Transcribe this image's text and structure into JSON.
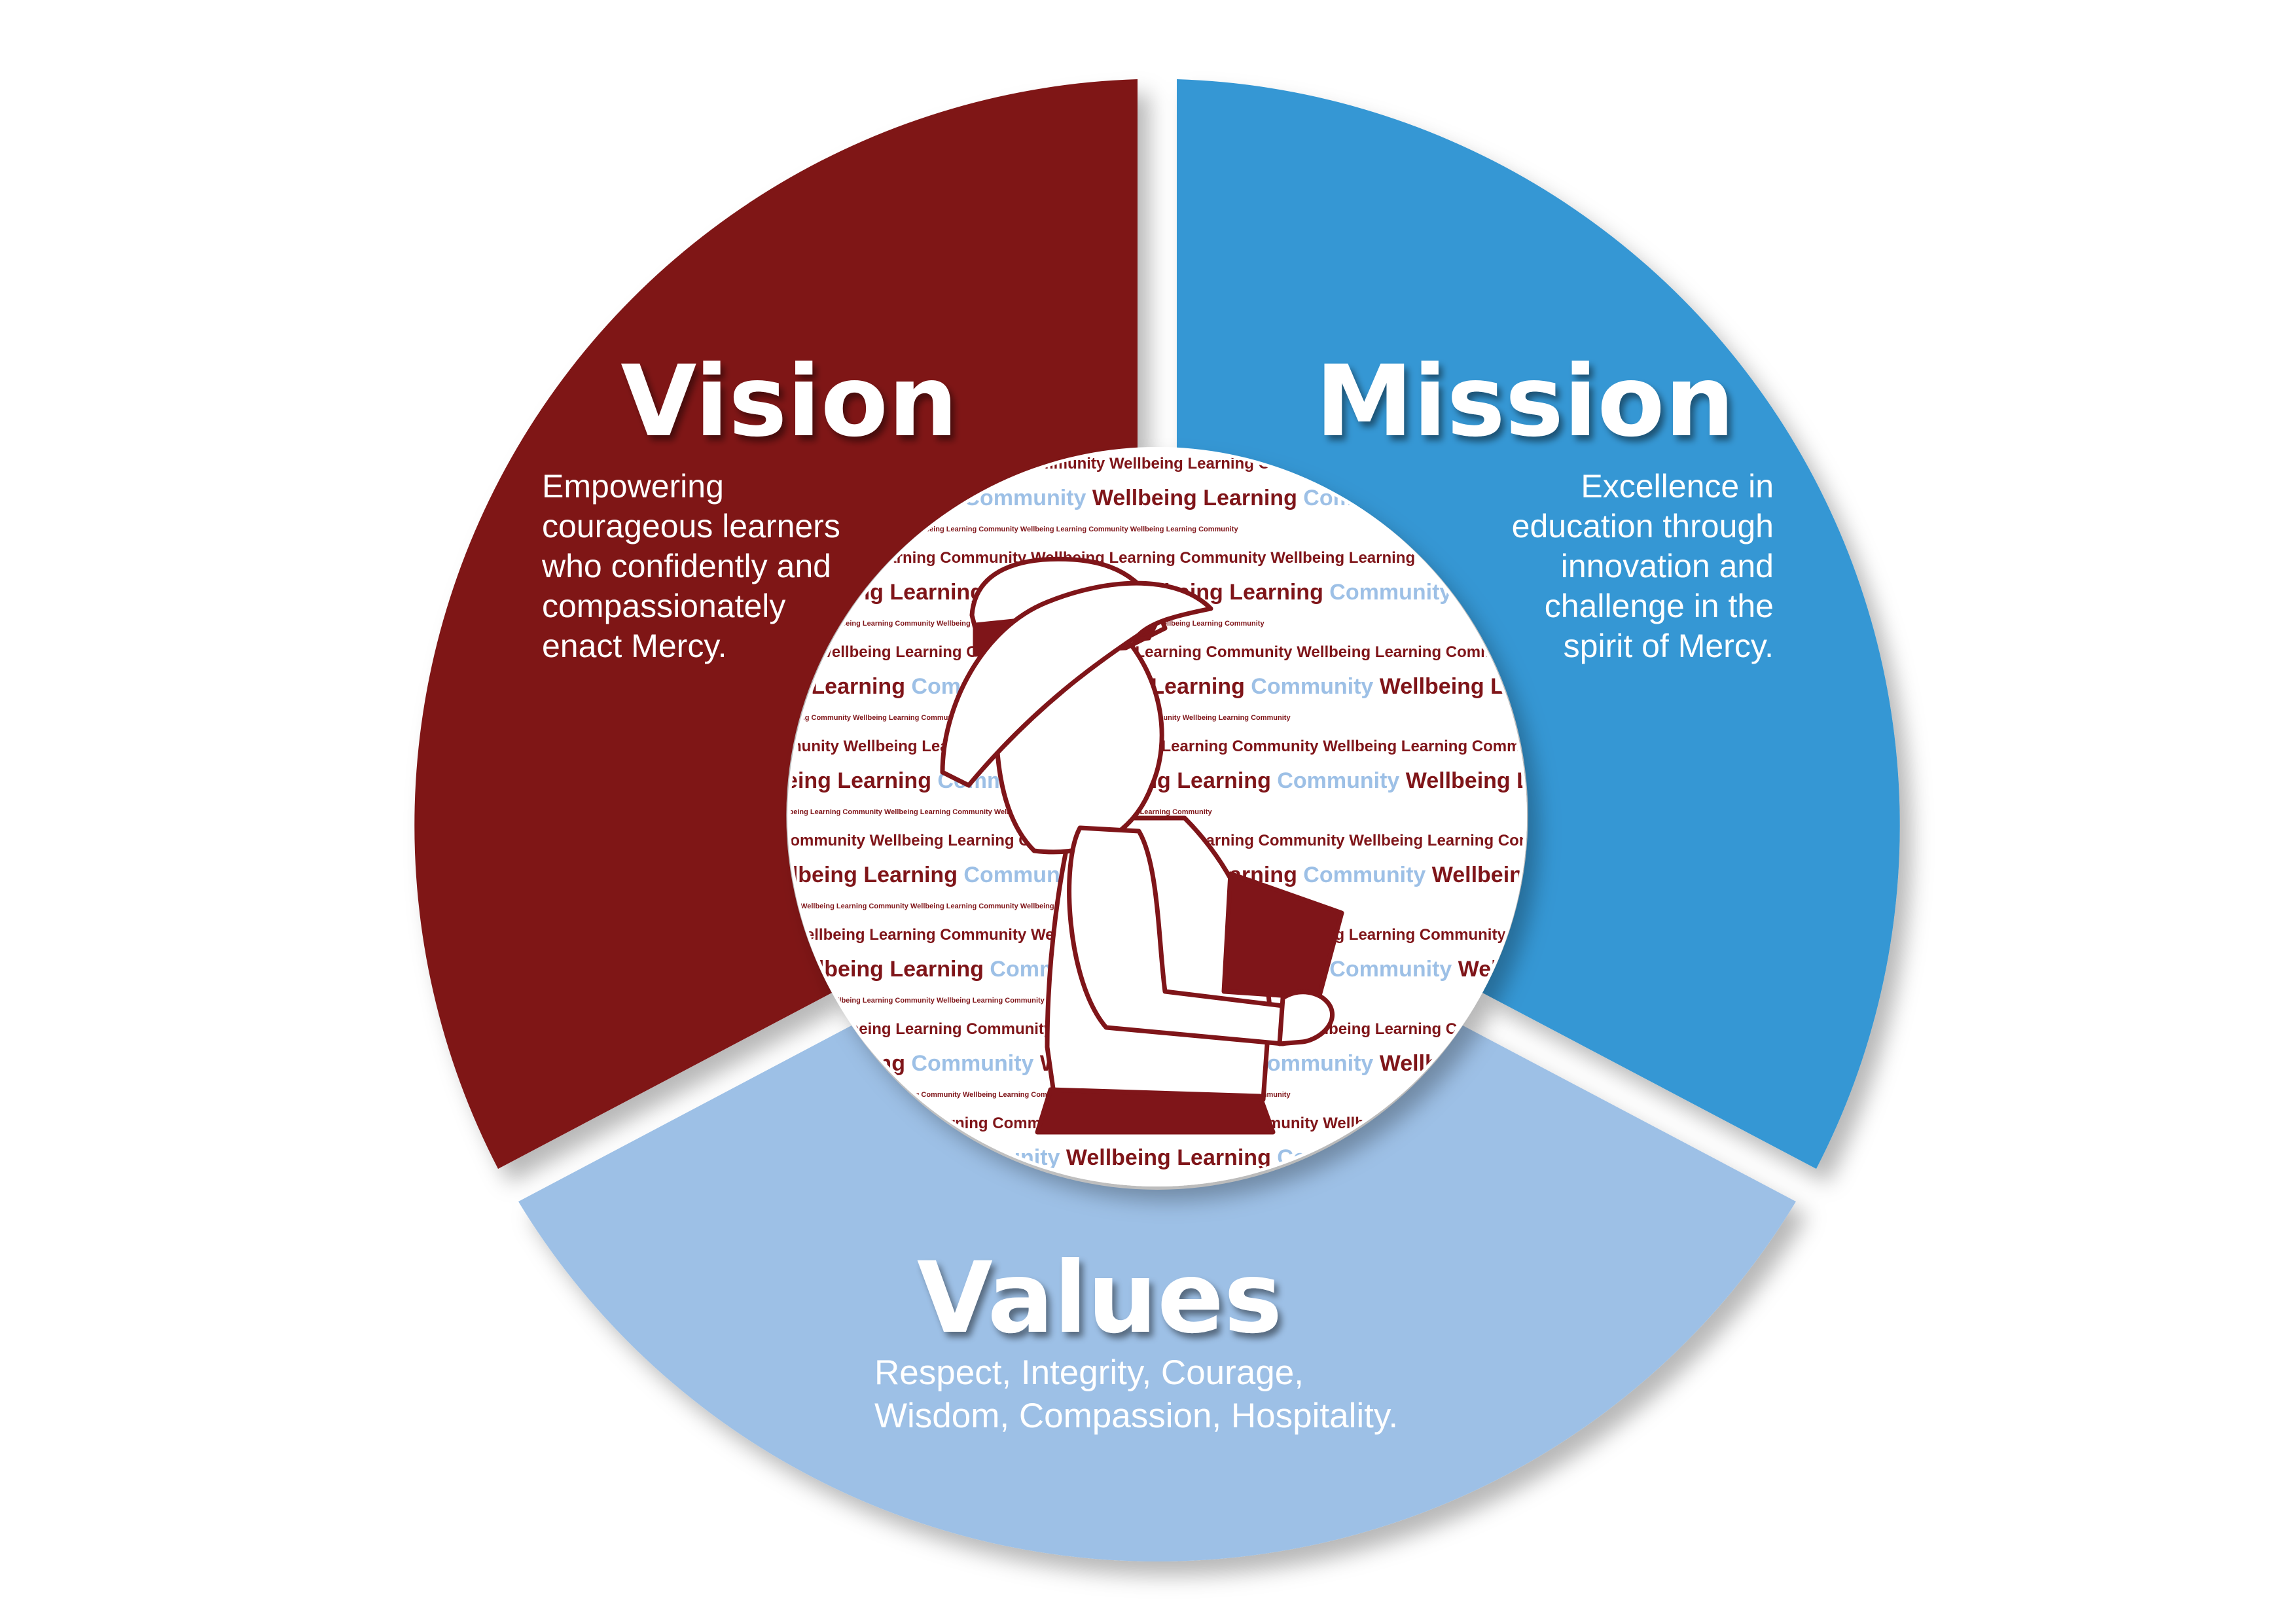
{
  "segments": {
    "vision": {
      "title": "Vision",
      "lines": [
        "Empowering",
        "courageous learners",
        "who confidently and",
        "compassionately",
        "enact Mercy."
      ],
      "color": "#7f1519"
    },
    "mission": {
      "title": "Mission",
      "lines": [
        "Excellence in",
        "education through",
        "innovation and",
        "challenge in the",
        "spirit of Mercy."
      ],
      "color": "#3497d4"
    },
    "values": {
      "title": "Values",
      "lines": [
        "Respect, Integrity, Courage,",
        "Wisdom, Compassion, Hospitality."
      ],
      "color": "#9dc0e6"
    }
  },
  "center": {
    "pattern_words": [
      "Community",
      "Wellbeing",
      "Learning"
    ],
    "colors": {
      "dark": "#7f1519",
      "light": "#9dc0e6",
      "outline": "#7f1519"
    },
    "icon": "student-with-hat-and-book-icon"
  }
}
